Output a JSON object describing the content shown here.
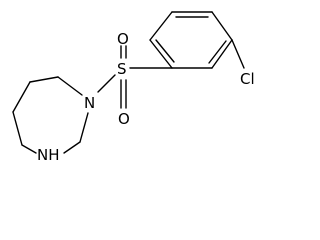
{
  "molecule": {
    "atoms": {
      "sulfur": "S",
      "oxygen_top": "O",
      "oxygen_bottom": "O",
      "nitrogen_ring": "N",
      "nitrogen_h": "NH",
      "chlorine": "Cl"
    }
  }
}
